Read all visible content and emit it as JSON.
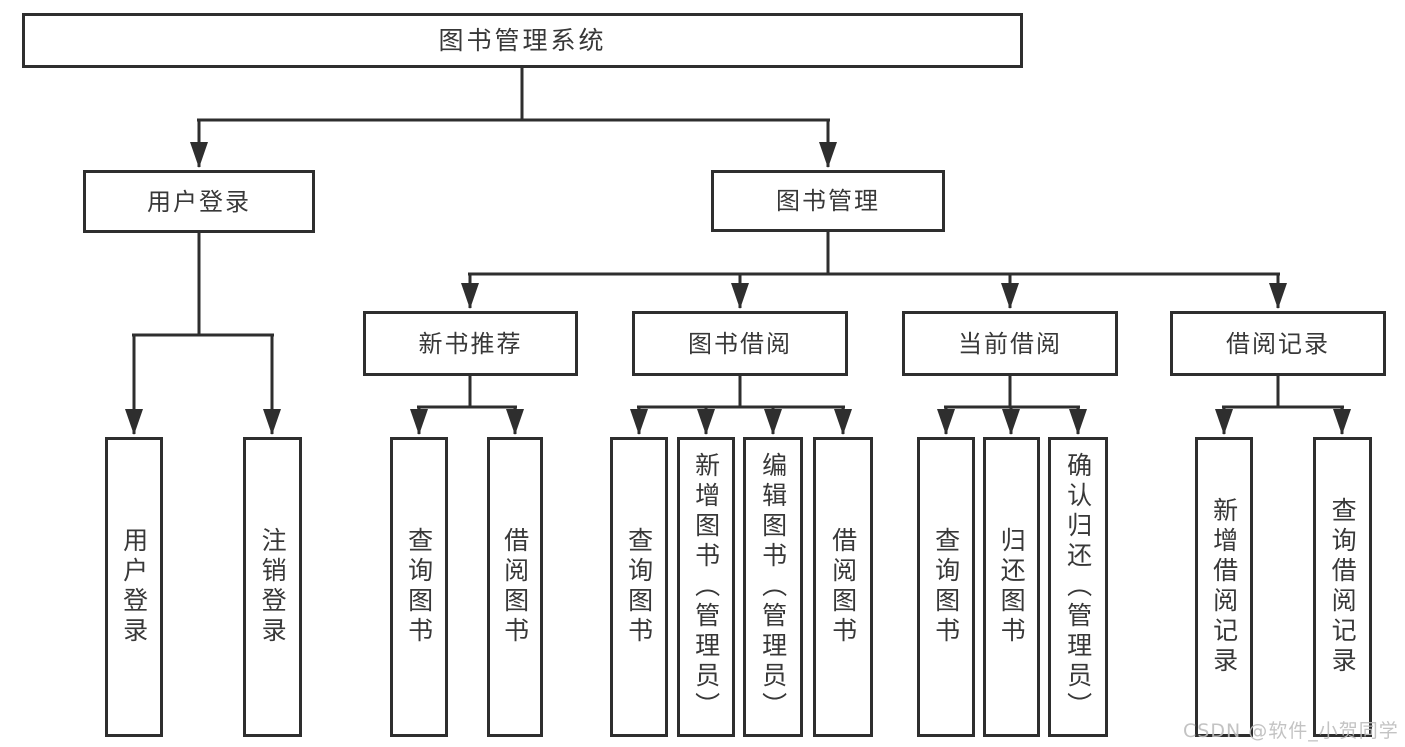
{
  "style": {
    "line_color": "#2e2e2e",
    "text_color": "#383838",
    "watermark_color": "#bdbdbd",
    "box_bg": "#ffffff"
  },
  "watermark": {
    "text": "CSDN @软件_小贺同学"
  },
  "diagram": {
    "root": {
      "label": "图书管理系统"
    },
    "branches": [
      {
        "label": "用户登录",
        "children": [
          {
            "label": "用户登录"
          },
          {
            "label": "注销登录"
          }
        ]
      },
      {
        "label": "图书管理",
        "children": [
          {
            "label": "新书推荐",
            "children": [
              {
                "label": "查询图书"
              },
              {
                "label": "借阅图书"
              }
            ]
          },
          {
            "label": "图书借阅",
            "children": [
              {
                "label": "查询图书"
              },
              {
                "label": "新增图书（管理员）"
              },
              {
                "label": "编辑图书（管理员）"
              },
              {
                "label": "借阅图书"
              }
            ]
          },
          {
            "label": "当前借阅",
            "children": [
              {
                "label": "查询图书"
              },
              {
                "label": "归还图书"
              },
              {
                "label": "确认归还（管理员）"
              }
            ]
          },
          {
            "label": "借阅记录",
            "children": [
              {
                "label": "新增借阅记录"
              },
              {
                "label": "查询借阅记录"
              }
            ]
          }
        ]
      }
    ]
  }
}
